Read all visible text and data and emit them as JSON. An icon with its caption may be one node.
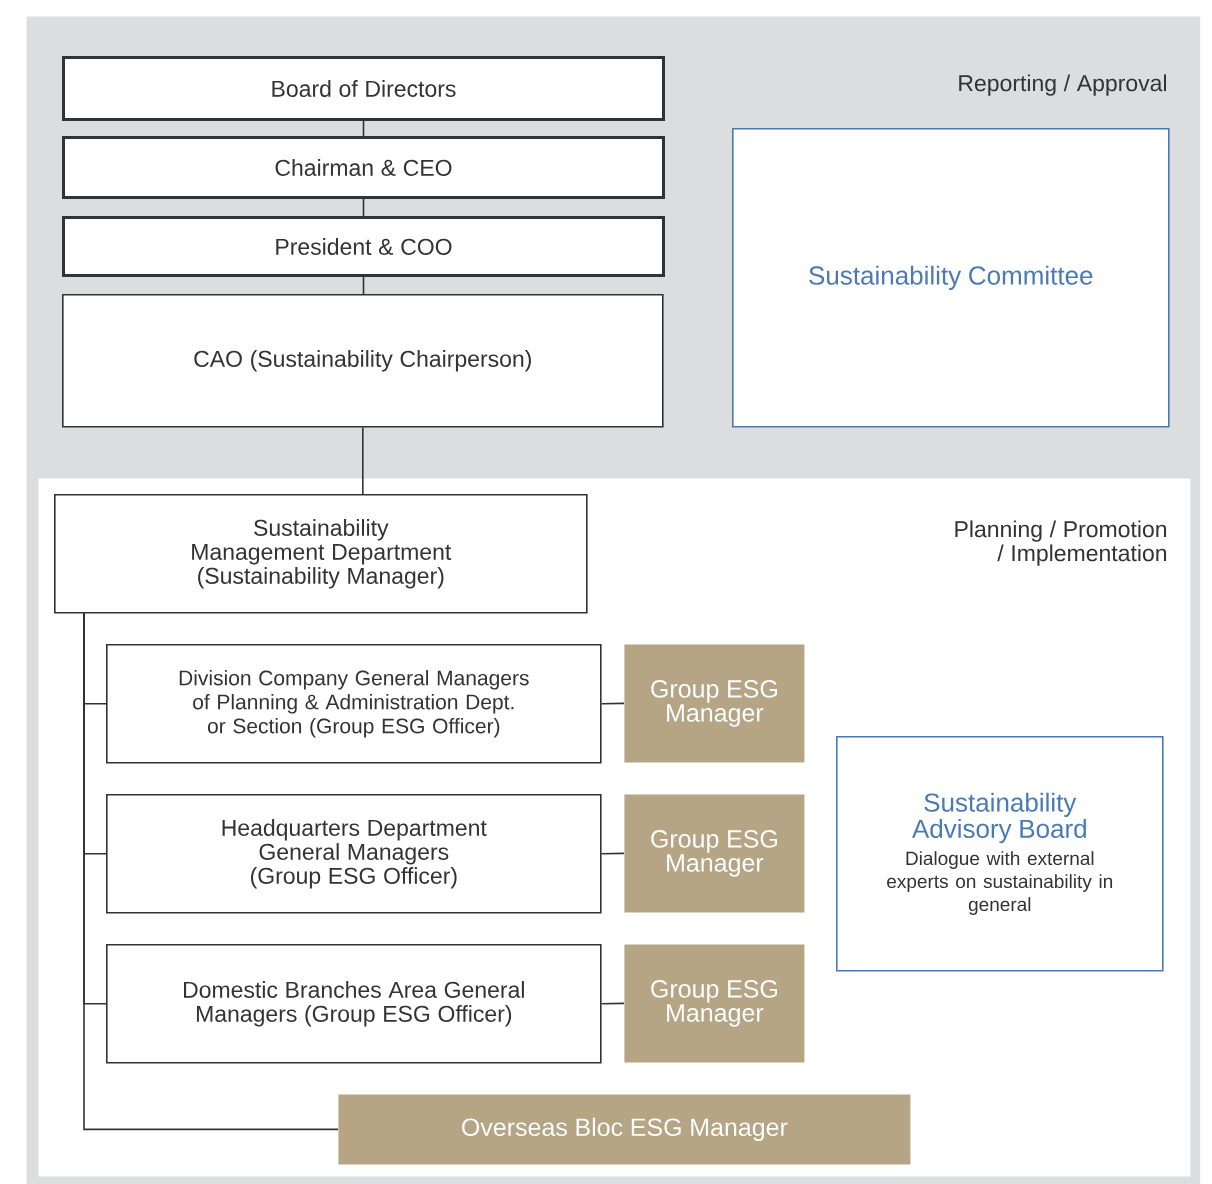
{
  "diagram": {
    "nodes": [
      {
        "text": [
          "Reporting / Approval"
        ]
      },
      {
        "text": [
          "Board of Directors"
        ],
        "in": 0
      },
      {
        "text": [
          "Chairman & CEO"
        ],
        "in": 0
      },
      {
        "text": [
          "President & COO"
        ],
        "in": 0
      },
      {
        "text": [
          "CAO (Sustainability Chairperson)"
        ],
        "in": 0
      },
      {
        "text": [
          "Sustainability Committee"
        ],
        "in": 0
      },
      {
        "text": [
          "Planning / Promotion / Implementation"
        ],
        "in": 0
      },
      {
        "text": [
          "Sustainability Management Department (Sustainability Manager)"
        ],
        "in": 6
      },
      {
        "text": [
          "Division Company General Managers of Planning & Administration Dept. or Section (Group ESG Officer)"
        ],
        "in": 6
      },
      {
        "text": [
          "Group ESG Manager"
        ],
        "in": 6
      },
      {
        "text": [
          "Headquarters Department General Managers (Group ESG Officer)"
        ],
        "in": 6
      },
      {
        "text": [
          "Group ESG Manager"
        ],
        "in": 6
      },
      {
        "text": [
          "Domestic Branches Area General Managers (Group ESG Officer)"
        ],
        "in": 6
      },
      {
        "text": [
          "Group ESG Manager"
        ],
        "in": 6
      },
      {
        "text": [
          "Sustainability Advisory Board",
          "Dialogue with external experts on sustainability in general"
        ],
        "in": 6
      },
      {
        "text": [
          "Overseas Bloc ESG Manager"
        ],
        "in": 6
      }
    ],
    "edges": [
      {
        "from": 1,
        "to": 2,
        "arrow": "none"
      },
      {
        "from": 2,
        "to": 3,
        "arrow": "none"
      },
      {
        "from": 3,
        "to": 4,
        "arrow": "none"
      },
      {
        "from": 4,
        "to": 7,
        "arrow": "none"
      },
      {
        "from": 7,
        "to": 8,
        "arrow": "none"
      },
      {
        "from": 7,
        "to": 10,
        "arrow": "none"
      },
      {
        "from": 7,
        "to": 12,
        "arrow": "none"
      },
      {
        "from": 7,
        "to": 15,
        "arrow": "none"
      },
      {
        "from": 8,
        "to": 9,
        "arrow": "none"
      },
      {
        "from": 10,
        "to": 11,
        "arrow": "none"
      },
      {
        "from": 12,
        "to": 13,
        "arrow": "none"
      }
    ]
  }
}
